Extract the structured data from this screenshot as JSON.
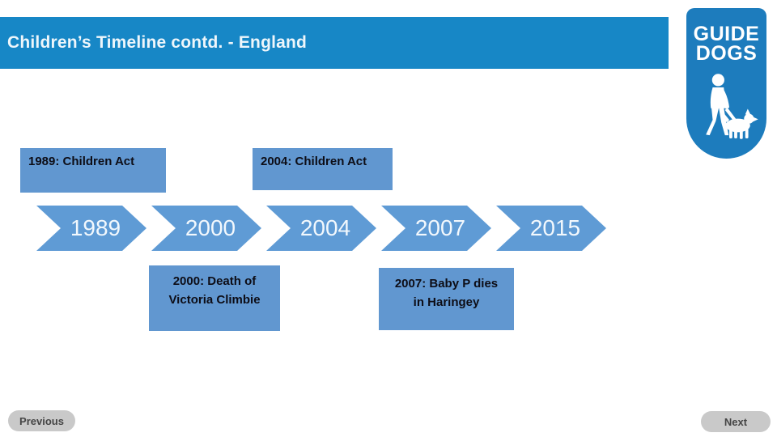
{
  "title_bar": {
    "title": "Children’s Timeline contd. - England"
  },
  "logo": {
    "line1": "GUIDE",
    "line2": "DOGS",
    "icon": "person-with-guide-dog-icon"
  },
  "event_boxes_top": [
    {
      "label": "1989: Children Act"
    },
    {
      "label": "2004: Children Act"
    }
  ],
  "timeline": {
    "years": [
      "1989",
      "2000",
      "2004",
      "2007",
      "2015"
    ]
  },
  "event_boxes_bottom": [
    {
      "line1": "2000: Death of",
      "line2": "Victoria Climbie"
    },
    {
      "line1": "2007: Baby P dies",
      "line2": "in Haringey"
    }
  ],
  "nav": {
    "previous_label": "Previous",
    "next_label": "Next"
  },
  "colors": {
    "title_bar_blue": "#1787c6",
    "title_text": "#eef6fb",
    "logo_blue": "#1d7cbd",
    "timeline_chevron_blue": "#5f9bd5",
    "event_box_blue": "#6197d0",
    "event_box_text": "#0d0d16",
    "nav_pill_gray": "#c9c9c9"
  }
}
